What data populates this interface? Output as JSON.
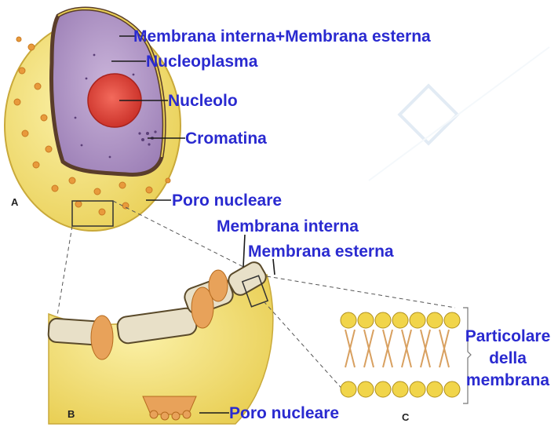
{
  "colors": {
    "label": "#2a2ad0",
    "nucleus_yellow": "#f3e27a",
    "nucleoplasm": "#b69ac9",
    "nucleolus": "#e0443a",
    "pore": "#e8a25a",
    "bilayer_head": "#f1d54a"
  },
  "labels": {
    "membranes": "Membrana interna+Membrana esterna",
    "nucleoplasm": "Nucleoplasma",
    "nucleolus": "Nucleolo",
    "chromatin": "Cromatina",
    "pore_top": "Poro nucleare",
    "inner_membrane": "Membrana interna",
    "outer_membrane": "Membrana esterna",
    "pore_bottom": "Poro nucleare",
    "detail_line1": "Particolare",
    "detail_line2": "della",
    "detail_line3": "membrana"
  },
  "panels": {
    "a": "A",
    "b": "B",
    "c": "C"
  }
}
